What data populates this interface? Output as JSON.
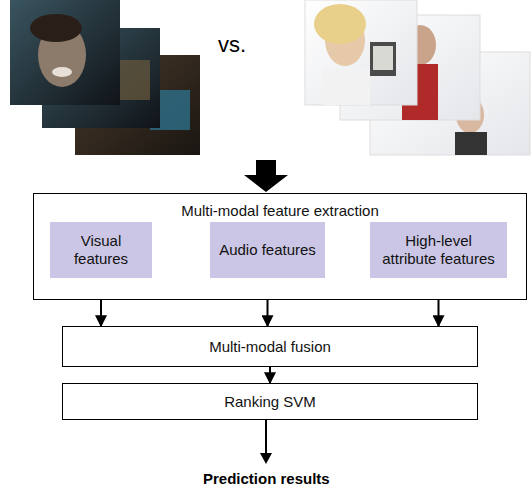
{
  "diagram": {
    "nodes": [
      {
        "text": [
          "Multi-modal feature extraction"
        ]
      },
      {
        "text": [
          "Visual features"
        ],
        "in": 0
      },
      {
        "text": [
          "Audio features"
        ],
        "in": 0
      },
      {
        "text": [
          "High-level attribute features"
        ],
        "in": 0
      },
      {
        "text": [
          "Multi-modal fusion"
        ]
      },
      {
        "text": [
          "Ranking SVM"
        ]
      }
    ],
    "edges": [
      {
        "from": 1,
        "to": 4,
        "arrow": "to"
      },
      {
        "from": 2,
        "to": 4,
        "arrow": "to"
      },
      {
        "from": 3,
        "to": 4,
        "arrow": "to"
      },
      {
        "from": 4,
        "to": 5,
        "arrow": "to"
      }
    ],
    "labels": [
      "vs.",
      "Prediction results"
    ]
  }
}
